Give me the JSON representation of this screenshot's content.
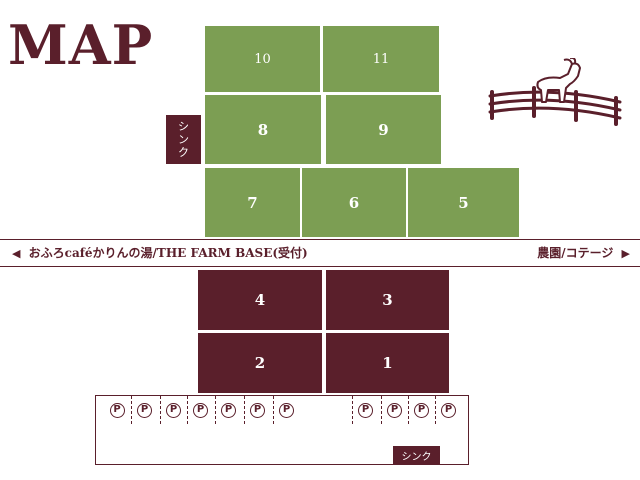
{
  "map_title": "MAP",
  "green_plots": {
    "p10": "10",
    "p11": "11",
    "p8": "8",
    "p9": "9",
    "p7": "7",
    "p6": "6",
    "p5": "5"
  },
  "sink_vertical": {
    "chars": [
      "シ",
      "ン",
      "ク"
    ]
  },
  "road": {
    "left_arrow": "◀",
    "left_label": "おふろcaféかりんの湯/THE FARM BASE(受付)",
    "right_label": "農園/コテージ",
    "right_arrow": "▶"
  },
  "maroon_plots": {
    "p4": "4",
    "p3": "3",
    "p2": "2",
    "p1": "1"
  },
  "parking": {
    "symbol": "P",
    "sink_label": "シンク"
  },
  "colors": {
    "green": "#7c9e53",
    "maroon": "#5a1f2b"
  }
}
